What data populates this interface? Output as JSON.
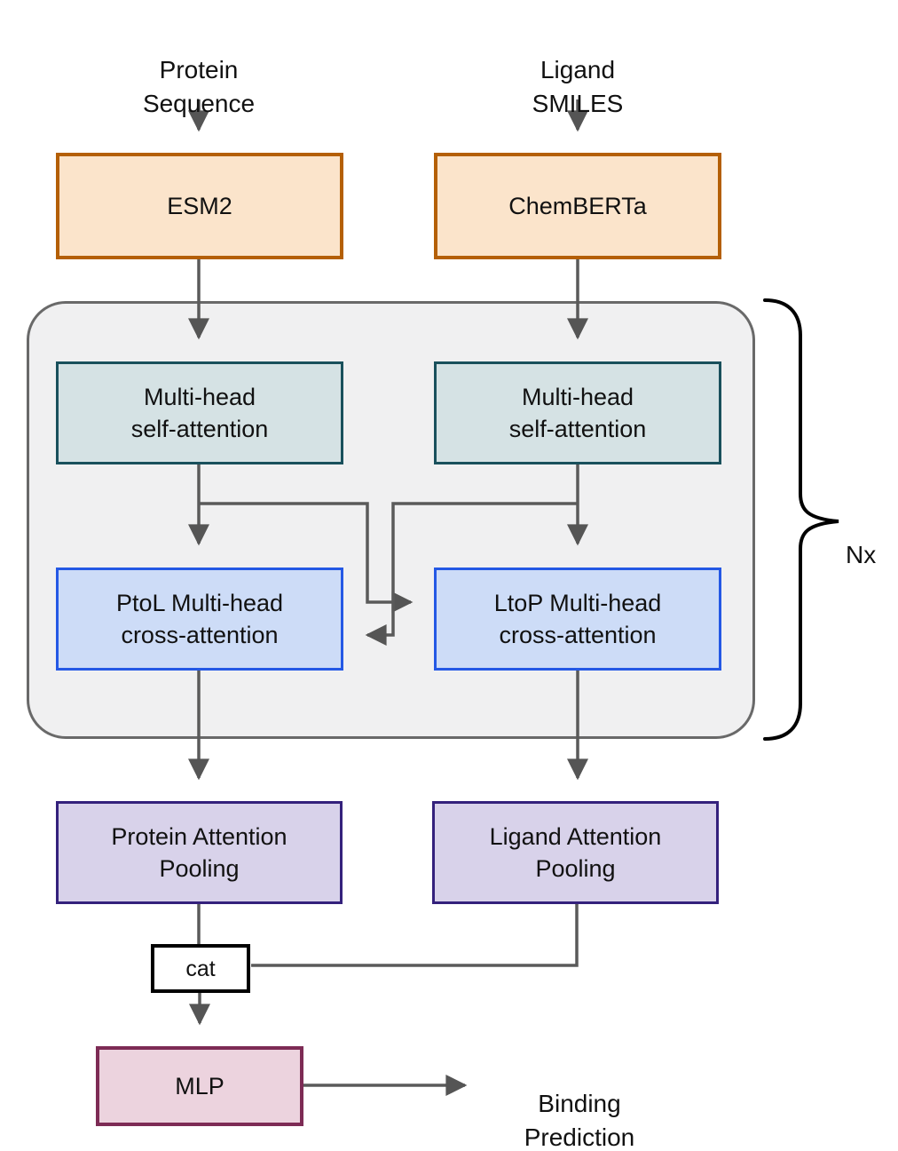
{
  "diagram": {
    "title_hint": "cross-attention protein-ligand binding architecture",
    "nodes": {
      "protein_input": "Protein\nSequence",
      "ligand_input": "Ligand\nSMILES",
      "protein_encoder": "ESM2",
      "ligand_encoder": "ChemBERTa",
      "protein_self_attention": "Multi-head\nself-attention",
      "ligand_self_attention": "Multi-head\nself-attention",
      "ptol_cross_attention": "PtoL Multi-head\ncross-attention",
      "ltop_cross_attention": "LtoP Multi-head\ncross-attention",
      "protein_pooling": "Protein Attention\nPooling",
      "ligand_pooling": "Ligand Attention\nPooling",
      "concat": "cat",
      "mlp": "MLP",
      "output": "Binding\nPrediction",
      "repeat_label": "Nx"
    },
    "colors": {
      "encoder_fill": "#fbe4cb",
      "encoder_border": "#b45f06",
      "self_attention_fill": "#d5e2e4",
      "self_attention_border": "#19505c",
      "cross_attention_fill": "#cddcf7",
      "cross_attention_border": "#2458e5",
      "pooling_fill": "#d8d2ea",
      "pooling_border": "#34217c",
      "mlp_fill": "#ecd3de",
      "mlp_border": "#7d2b55",
      "repeat_group_fill": "#f0f0f1",
      "repeat_group_border": "#696969",
      "wire": "#5a5a5a",
      "brace": "#000000"
    }
  }
}
